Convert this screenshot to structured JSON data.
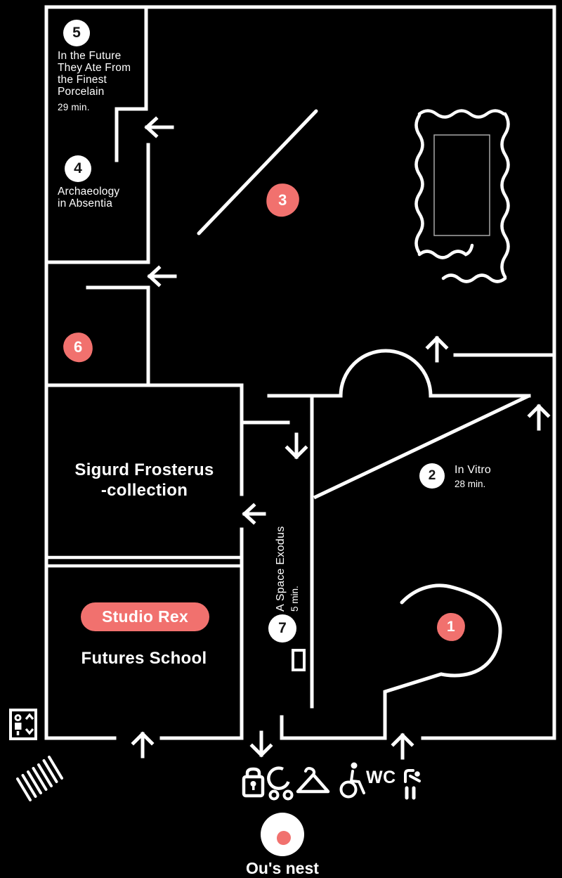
{
  "palette": {
    "background": "#000000",
    "wall": "#ffffff",
    "accent": "#f1716e",
    "marker_number_dark": "#151515",
    "marker_number_light": "#ffffff"
  },
  "exhibits": {
    "e5": {
      "number": "5",
      "lines": [
        "In the Future",
        "They Ate From",
        "the Finest",
        "Porcelain"
      ],
      "duration": "29 min."
    },
    "e4": {
      "number": "4",
      "lines": [
        "Archaeology",
        "in Absentia"
      ]
    },
    "e3": {
      "number": "3"
    },
    "e6": {
      "number": "6"
    },
    "e2": {
      "number": "2",
      "title": "In Vitro",
      "duration": "28 min."
    },
    "e7": {
      "number": "7",
      "title": "A Space Exodus",
      "duration": "5 min."
    },
    "e1": {
      "number": "1"
    }
  },
  "rooms": {
    "sigurd": {
      "lines": [
        "Sigurd Frosterus",
        "-collection"
      ]
    },
    "studio_rex": {
      "label": "Studio Rex"
    },
    "futures_school": {
      "label": "Futures School"
    }
  },
  "facilities": {
    "wc_label": "WC",
    "ous_nest": {
      "label": "Ou's nest"
    },
    "icons": [
      "lockers-icon",
      "stroller-icon",
      "cloakroom-icon",
      "wheelchair-icon",
      "wc-label",
      "baby-changing-icon",
      "elevator-icon",
      "stairs-icon"
    ]
  }
}
